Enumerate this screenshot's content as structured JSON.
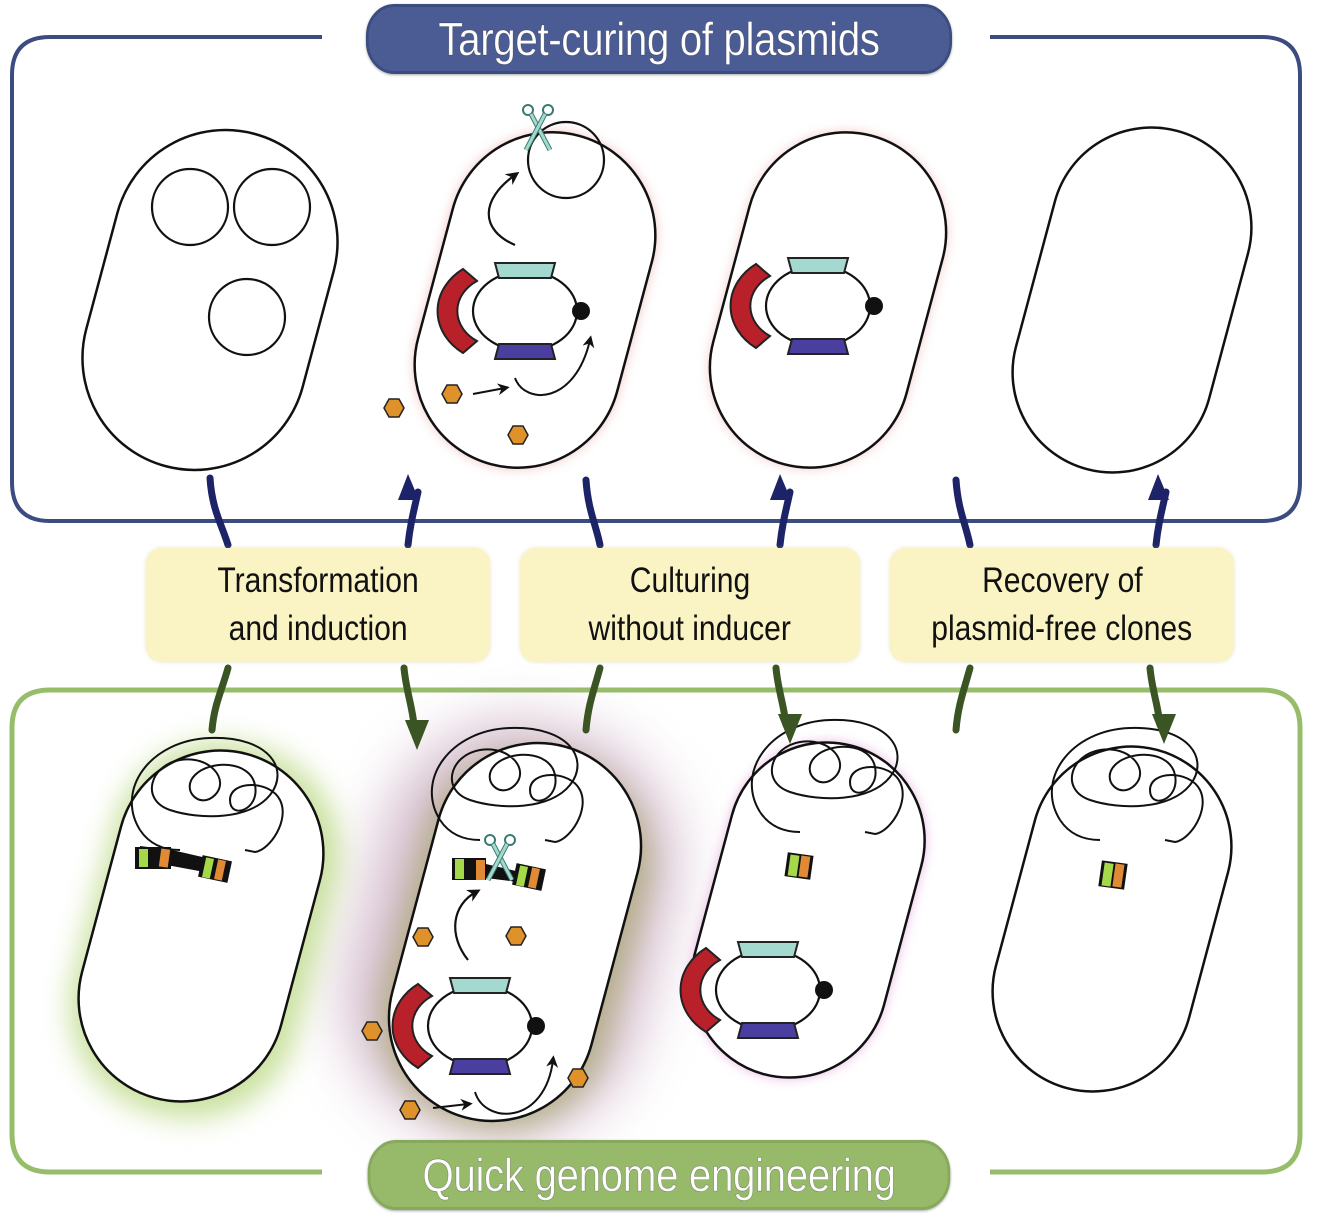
{
  "titles": {
    "top": "Target-curing of plasmids",
    "bottom": "Quick genome engineering"
  },
  "steps": [
    {
      "line1": "Transformation",
      "line2": "and induction"
    },
    {
      "line1": "Culturing",
      "line2": "without inducer"
    },
    {
      "line1": "Recovery of",
      "line2": "plasmid-free clones"
    }
  ],
  "panels": {
    "top": {
      "name": "Target-curing of plasmids",
      "stages": [
        {
          "label": "cell with native plasmids",
          "plasmid_count": 3,
          "has_curing_plasmid": false,
          "induced": false,
          "inducer_molecules": 0
        },
        {
          "label": "cell with curing plasmid, induced, plasmid cleaved",
          "plasmid_count": 1,
          "has_curing_plasmid": true,
          "induced": true,
          "inducer_molecules": 3
        },
        {
          "label": "cell with curing plasmid only",
          "plasmid_count": 0,
          "has_curing_plasmid": true,
          "induced": false,
          "inducer_molecules": 0
        },
        {
          "label": "plasmid-free cell",
          "plasmid_count": 0,
          "has_curing_plasmid": false,
          "induced": false,
          "inducer_molecules": 0
        }
      ]
    },
    "bottom": {
      "name": "Quick genome engineering",
      "stages": [
        {
          "label": "cell with chromosome and integration cassette",
          "cassette": "full",
          "has_curing_plasmid": false,
          "inducer_molecules": 0
        },
        {
          "label": "cell with curing plasmid, induced, cassette cleaved",
          "cassette": "full",
          "has_curing_plasmid": true,
          "inducer_molecules": 5
        },
        {
          "label": "cell with edited chromosome and curing plasmid",
          "cassette": "scar",
          "has_curing_plasmid": true,
          "inducer_molecules": 0
        },
        {
          "label": "plasmid-free edited cell",
          "cassette": "scar",
          "has_curing_plasmid": false,
          "inducer_molecules": 0
        }
      ]
    }
  },
  "colors": {
    "top_frame": "#3b4c80",
    "top_pill": "#4a5c93",
    "bottom_frame": "#97bd6a",
    "bottom_pill": "#97b96a",
    "step_box": "#faf3c3",
    "arrow_top": "#1c2366",
    "arrow_bottom": "#3a5424",
    "gene_red": "#b8202a",
    "gene_blue": "#4a3fa0",
    "gene_teal": "#a3d9cf",
    "inducer": "#e0922a",
    "cassette_green": "#a6d94a",
    "cassette_orange": "#e08a36",
    "glow_red": "#e8a0a0",
    "glow_pink": "#d47ac8",
    "glow_green": "#b8d77e",
    "glow_mauve": "#b48aa8"
  }
}
